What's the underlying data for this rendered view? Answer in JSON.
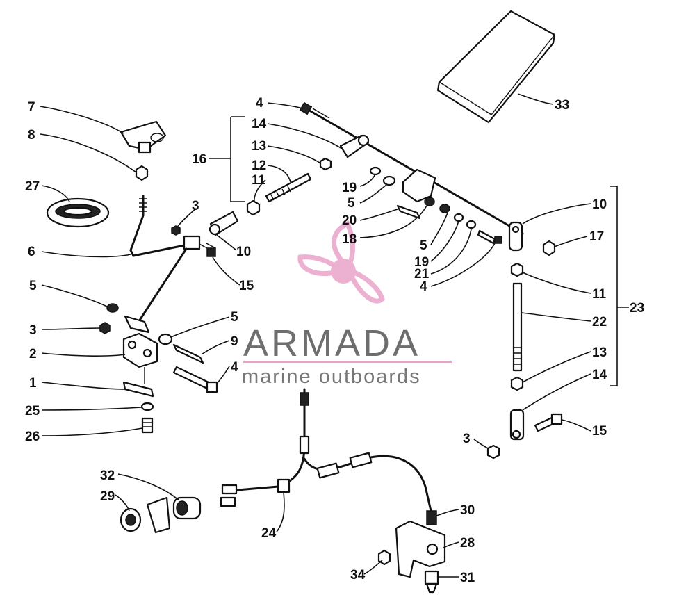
{
  "brand": {
    "name": "ARMADA",
    "tagline": "marine outboards",
    "colors": {
      "accent": "#e9a3c9",
      "text": "#6e6e6e"
    }
  },
  "callouts": [
    "1",
    "2",
    "3",
    "4",
    "5",
    "6",
    "7",
    "8",
    "9",
    "10",
    "11",
    "12",
    "13",
    "14",
    "15",
    "16",
    "17",
    "18",
    "19",
    "20",
    "21",
    "22",
    "23",
    "24",
    "25",
    "26",
    "27",
    "28",
    "29",
    "30",
    "31",
    "32",
    "33",
    "34"
  ],
  "labels": [
    {
      "id": "4",
      "text": "4"
    },
    {
      "id": "14",
      "text": "14"
    },
    {
      "id": "33",
      "text": "33"
    },
    {
      "id": "7",
      "text": "7"
    },
    {
      "id": "13",
      "text": "13"
    },
    {
      "id": "16",
      "text": "16"
    },
    {
      "id": "12",
      "text": "12"
    },
    {
      "id": "8",
      "text": "8"
    },
    {
      "id": "11",
      "text": "11"
    },
    {
      "id": "19",
      "text": "19"
    },
    {
      "id": "27",
      "text": "27"
    },
    {
      "id": "5",
      "text": "5"
    },
    {
      "id": "3",
      "text": "3"
    },
    {
      "id": "10",
      "text": "10"
    },
    {
      "id": "17",
      "text": "17"
    },
    {
      "id": "20",
      "text": "20"
    },
    {
      "id": "18",
      "text": "18"
    },
    {
      "id": "6",
      "text": "6"
    },
    {
      "id": "10b",
      "text": "10"
    },
    {
      "id": "5b",
      "text": "5"
    },
    {
      "id": "19b",
      "text": "19"
    },
    {
      "id": "21",
      "text": "21"
    },
    {
      "id": "15",
      "text": "15"
    },
    {
      "id": "4b",
      "text": "4"
    },
    {
      "id": "11b",
      "text": "11"
    },
    {
      "id": "5c",
      "text": "5"
    },
    {
      "id": "23",
      "text": "23"
    },
    {
      "id": "22",
      "text": "22"
    },
    {
      "id": "5d",
      "text": "5"
    },
    {
      "id": "3b",
      "text": "3"
    },
    {
      "id": "9",
      "text": "9"
    },
    {
      "id": "2",
      "text": "2"
    },
    {
      "id": "13b",
      "text": "13"
    },
    {
      "id": "4c",
      "text": "4"
    },
    {
      "id": "1",
      "text": "1"
    },
    {
      "id": "14b",
      "text": "14"
    },
    {
      "id": "25",
      "text": "25"
    },
    {
      "id": "3c",
      "text": "3"
    },
    {
      "id": "15b",
      "text": "15"
    },
    {
      "id": "26",
      "text": "26"
    },
    {
      "id": "32",
      "text": "32"
    },
    {
      "id": "30",
      "text": "30"
    },
    {
      "id": "29",
      "text": "29"
    },
    {
      "id": "28",
      "text": "28"
    },
    {
      "id": "24",
      "text": "24"
    },
    {
      "id": "34",
      "text": "34"
    },
    {
      "id": "31",
      "text": "31"
    }
  ]
}
